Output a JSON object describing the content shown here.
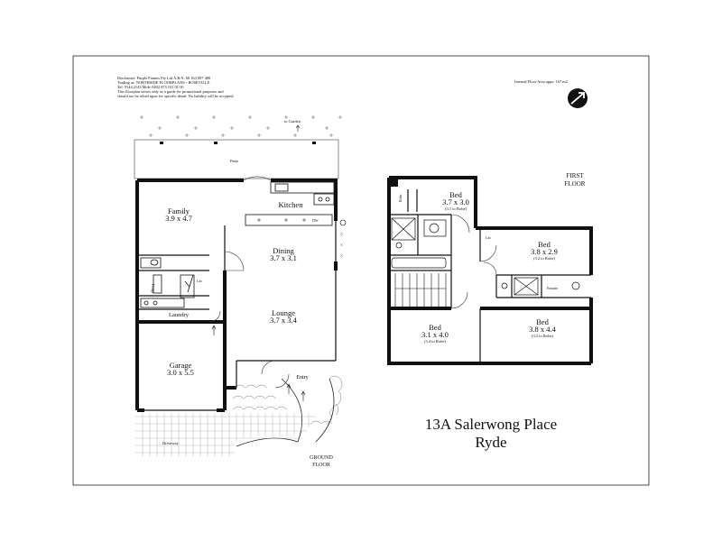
{
  "disclaimer": {
    "line1": "Disclaimer: Purple Frames Pty Ltd A.B.N. 60 163 007 480",
    "line2": "Trading as: NORTHSIDE FLOORPLANS - ROSEVILLE",
    "line3": "Tel: 9144 2143          Mob: 0402 073 101        01/10",
    "line4": "This floorplan serves only as a guide for promotional purposes and",
    "line5": "should not be relied upon for specific detail. No liability will be accepted."
  },
  "internal_area": "Internal Floor Area appx: 167 m2",
  "address": {
    "line1": "13A Salerwong Place",
    "line2": "Ryde"
  },
  "ground_floor": {
    "label1": "GROUND",
    "label2": "FLOOR",
    "to_garden": "to Garden",
    "patio": "Patio",
    "driveway": "Driveway",
    "rooms": [
      {
        "name": "Family",
        "dims": "3.9 x 4.7"
      },
      {
        "name": "Kitchen",
        "dims": ""
      },
      {
        "name": "Dining",
        "dims": "3.7 x 3.1"
      },
      {
        "name": "Lounge",
        "dims": "3.7 x 3.4"
      },
      {
        "name": "Laundry",
        "dims": ""
      },
      {
        "name": "Garage",
        "dims": "3.0 x 5.5"
      },
      {
        "name": "Entry",
        "dims": ""
      }
    ],
    "fixtures": {
      "fridge": "Fridge",
      "lin": "Lin",
      "dw": "DW"
    }
  },
  "first_floor": {
    "label1": "FIRST",
    "label2": "FLOOR",
    "rooms": [
      {
        "name": "Bed",
        "dims": "3.7 x 3.0",
        "note": "(3.1 to Robe)"
      },
      {
        "name": "Bed",
        "dims": "3.8 x 2.9",
        "note": "(3.2 to Robe)"
      },
      {
        "name": "Bed",
        "dims": "3.1 x 4.0",
        "note": "(3.4 to Robe)"
      },
      {
        "name": "Bed",
        "dims": "3.8 x 4.4",
        "note": "(3.2 to Robe)"
      }
    ],
    "ensuite": "Ensuite",
    "robe": "Robe",
    "lin": "Lin"
  }
}
